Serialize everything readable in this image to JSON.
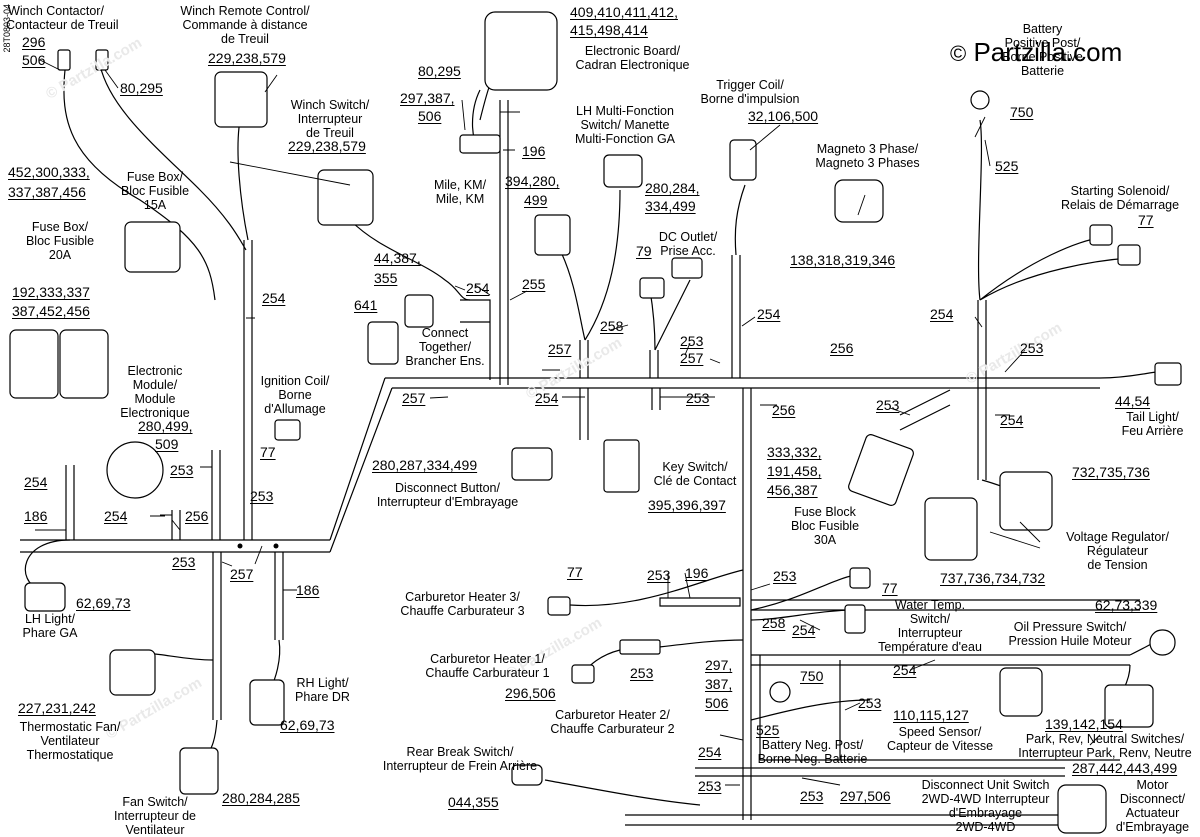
{
  "doc_code": "28T0803-04",
  "watermark": "© Partzilla.com",
  "copyright": {
    "symbol": "©",
    "text": "Partzilla.com"
  },
  "labels": {
    "winch_contactor": [
      "Winch Contactor/",
      "Contacteur de Treuil"
    ],
    "winch_remote": [
      "Winch Remote Control/",
      "Commande à distance",
      "de Treuil"
    ],
    "electronic_board": [
      "Electronic Board/",
      "Cadran Electronique"
    ],
    "battery_pos": [
      "Battery",
      "Positive Post/",
      "Borne Positive",
      "Batterie"
    ],
    "winch_switch": [
      "Winch Switch/",
      "Interrupteur",
      "de Treuil"
    ],
    "trigger_coil": [
      "Trigger Coil/",
      "Borne d'impulsion"
    ],
    "lh_multi": [
      "LH Multi-Fonction",
      "Switch/ Manette",
      "Multi-Fonction GA"
    ],
    "magneto": [
      "Magneto 3 Phase/",
      "Magneto 3 Phases"
    ],
    "fuse15": [
      "Fuse Box/",
      "Bloc Fusible",
      "15A"
    ],
    "mile": [
      "Mile, KM/",
      "Mile, KM"
    ],
    "starting_solenoid": [
      "Starting Solenoid/",
      "Relais de Démarrage"
    ],
    "fuse20": [
      "Fuse Box/",
      "Bloc Fusible",
      "20A"
    ],
    "dc_outlet": [
      "DC Outlet/",
      "Prise Acc."
    ],
    "connect_together": [
      "Connect",
      "Together/",
      "Brancher Ens."
    ],
    "electronic_module": [
      "Electronic",
      "Module/",
      "Module",
      "Electronique"
    ],
    "ignition_coil": [
      "Ignition Coil/",
      "Borne",
      "d'Allumage"
    ],
    "tail_light": [
      "Tail Light/",
      "Feu Arrière"
    ],
    "key_switch": [
      "Key Switch/",
      "Clé de Contact"
    ],
    "disconnect_button": [
      "Disconnect Button/",
      "Interrupteur d'Embrayage"
    ],
    "fuse_block": [
      "Fuse Block",
      "Bloc Fusible",
      "30A"
    ],
    "voltage_reg": [
      "Voltage Regulator/",
      "Régulateur",
      "de Tension"
    ],
    "lh_light": [
      "LH Light/",
      "Phare GA"
    ],
    "carb3": [
      "Carburetor Heater 3/",
      "Chauffe Carburateur 3"
    ],
    "water_temp": [
      "Water Temp.",
      "Switch/",
      "Interrupteur",
      "Température d'eau"
    ],
    "oil_pressure": [
      "Oil Pressure Switch/",
      "Pression Huile Moteur"
    ],
    "carb1": [
      "Carburetor Heater 1/",
      "Chauffe Carburateur 1"
    ],
    "rh_light": [
      "RH Light/",
      "Phare DR"
    ],
    "thermo_fan": [
      "Thermostatic Fan/",
      "Ventilateur",
      "Thermostatique"
    ],
    "carb2": [
      "Carburetor Heater 2/",
      "Chauffe Carburateur 2"
    ],
    "speed_sensor": [
      "Speed Sensor/",
      "Capteur de Vitesse"
    ],
    "battery_neg": [
      "Battery Neg. Post/",
      "Borne Neg. Batterie"
    ],
    "park_switches": [
      "Park, Rev, Neutral Switches/",
      "Interrupteur Park, Renv, Neutre"
    ],
    "rear_brake": [
      "Rear Break Switch/",
      "Interrupteur de Frein Arrière"
    ],
    "disconnect_unit": [
      "Disconnect Unit Switch",
      "2WD-4WD Interrupteur",
      "d'Embrayage",
      "2WD-4WD"
    ],
    "motor_disconnect": [
      "Motor",
      "Disconnect/",
      "Actuateur",
      "d'Embrayage"
    ],
    "fan_switch": [
      "Fan Switch/",
      "Interrupteur de",
      "Ventilateur"
    ]
  },
  "refs": {
    "r296": "296",
    "r506a": "506",
    "r80295a": "80,295",
    "r229a": "229,238,579",
    "r409a": "409,410,411,412,",
    "r409b": "415,498,414",
    "r80295b": "80,295",
    "r297a": "297,387,",
    "r506b": "506",
    "r196a": "196",
    "r229b": "229,238,579",
    "r32": "32,106,500",
    "r750a": "750",
    "r525a": "525",
    "r452a": "452,300,333,",
    "r452b": "337,387,456",
    "r394a": "394,280,",
    "r394b": "499",
    "r280a": "280,284,",
    "r280b": "334,499",
    "r138": "138,318,319,346",
    "r77a": "77",
    "r192a": "192,333,337",
    "r192b": "387,452,456",
    "r44387": "44,387,",
    "r355": "355",
    "r641": "641",
    "r79": "79",
    "r254a": "254",
    "r255": "255",
    "r254b": "254",
    "r258a": "258",
    "r253a": "253",
    "r257a": "257",
    "r257b": "257",
    "r254c": "254",
    "r256a": "256",
    "r254d": "254",
    "r253b": "253",
    "r4454": "44,54",
    "r280499a": "280,499,",
    "r509": "509",
    "r257c": "257",
    "r254e": "254",
    "r253c": "253",
    "r256b": "256",
    "r77b": "77",
    "r253d": "253",
    "r254f": "254",
    "r333a": "333,332,",
    "r333b": "191,458,",
    "r333c": "456,387",
    "r280287": "280,287,334,499",
    "r732": "732,735,736",
    "r395": "395,396,397",
    "r254g": "254",
    "r253e": "253",
    "r186a": "186",
    "r254h": "254",
    "r256c": "256",
    "r253f": "253",
    "r257d": "257",
    "r186b": "186",
    "r737": "737,736,734,732",
    "r6269a": "62,69,73",
    "r77c": "77",
    "r253g": "253",
    "r196b": "196",
    "r253h": "253",
    "r77d": "77",
    "r258b": "258",
    "r254i": "254",
    "r6273": "62,73,339",
    "r253i": "253",
    "r297b": "297,",
    "r387b": "387,",
    "r506c": "506",
    "r296506": "296,506",
    "r254j": "254",
    "r750b": "750",
    "r253j": "253",
    "r227": "227,231,242",
    "r6269b": "62,69,73",
    "r110": "110,115,127",
    "r525b": "525",
    "r139": "139,142,154",
    "r254k": "254",
    "r287": "287,442,443,499",
    "r044": "044,355",
    "r253k": "253",
    "r253l": "253",
    "r297506": "297,506",
    "r280284": "280,284,285"
  }
}
